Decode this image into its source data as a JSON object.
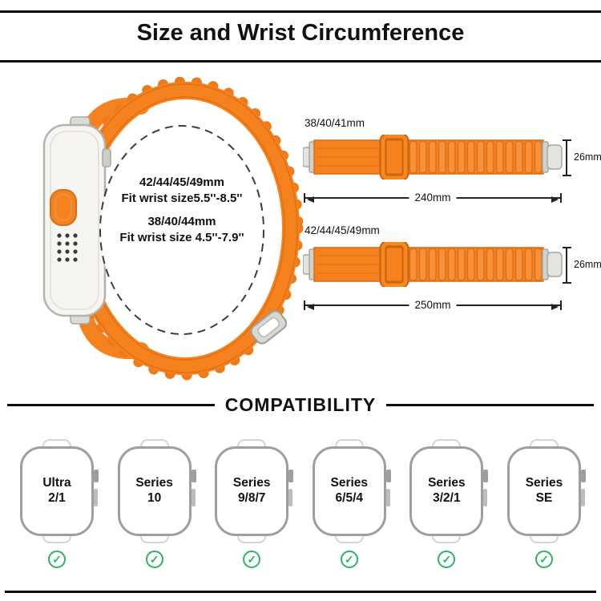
{
  "header": {
    "title": "Size and Wrist Circumference"
  },
  "size_circle": {
    "lines": [
      "42/44/45/49mm",
      "Fit wrist size5.5''-8.5''",
      "38/40/44mm",
      "Fit wrist size 4.5''-7.9''"
    ]
  },
  "bands": [
    {
      "label": "38/40/41mm",
      "width": "26mm",
      "length": "240mm"
    },
    {
      "label": "42/44/45/49mm",
      "width": "26mm",
      "length": "250mm"
    }
  ],
  "compatibility": {
    "title": "COMPATIBILITY",
    "check_icon": "✓",
    "models": [
      {
        "line1": "Ultra",
        "line2": "2/1"
      },
      {
        "line1": "Series",
        "line2": "10"
      },
      {
        "line1": "Series",
        "line2": "9/8/7"
      },
      {
        "line1": "Series",
        "line2": "6/5/4"
      },
      {
        "line1": "Series",
        "line2": "3/2/1"
      },
      {
        "line1": "Series",
        "line2": "SE"
      }
    ]
  },
  "colors": {
    "band_orange": "#F5821F",
    "check_green": "#2DB563"
  }
}
